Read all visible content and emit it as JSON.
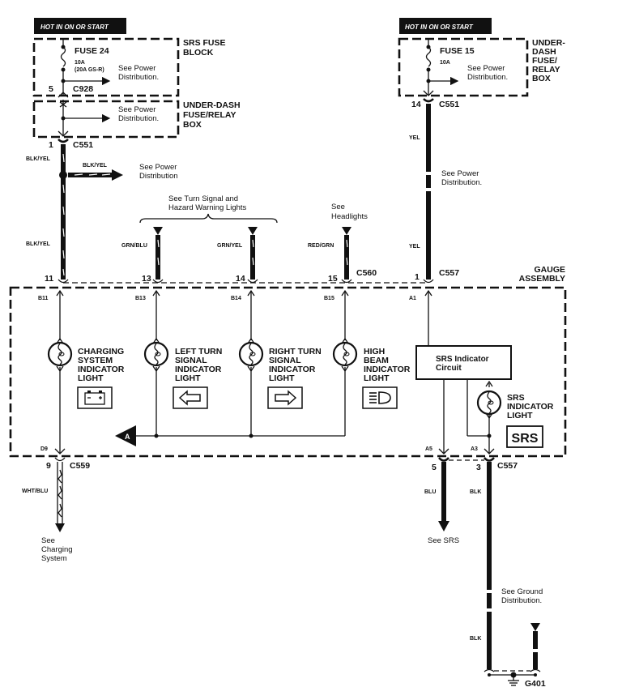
{
  "left_supply": {
    "hot_label": "HOT IN ON OR START",
    "srs_fuse_block": {
      "name_line1": "SRS FUSE",
      "name_line2": "BLOCK",
      "fuse": "FUSE 24",
      "rating": "10A",
      "rating_note": "(20A GS-R)",
      "ref_line1": "See Power",
      "ref_line2": "Distribution.",
      "pin": "5",
      "connector": "C928"
    },
    "underdash_box": {
      "name_line1": "UNDER-DASH",
      "name_line2": "FUSE/RELAY",
      "name_line3": "BOX",
      "ref_line1": "See Power",
      "ref_line2": "Distribution."
    },
    "c551_pin": "1",
    "c551": "C551",
    "wire_color_top": "BLK/YEL",
    "branch_wire_color": "BLK/YEL",
    "branch_ref_line1": "See Power",
    "branch_ref_line2": "Distribution",
    "wire_color_lower": "BLK/YEL",
    "pin_in": "11"
  },
  "right_supply": {
    "hot_label": "HOT IN ON OR START",
    "box": {
      "name_line1": "UNDER-",
      "name_line2": "DASH",
      "name_line3": "FUSE/",
      "name_line4": "RELAY",
      "name_line5": "BOX",
      "fuse": "FUSE 15",
      "rating": "10A",
      "ref_line1": "See Power",
      "ref_line2": "Distribution."
    },
    "pin": "14",
    "connector": "C551",
    "wire_color_top": "YEL",
    "splice_ref_line1": "See Power",
    "splice_ref_line2": "Distribution.",
    "wire_color_lower": "YEL",
    "pin_in": "1",
    "connector_in": "C557"
  },
  "inputs": {
    "turn_ref_line1": "See Turn Signal and",
    "turn_ref_line2": "Hazard Warning Lights",
    "headlights_ref_line1": "See",
    "headlights_ref_line2": "Headlights",
    "wires": [
      {
        "color": "GRN/BLU",
        "pin": "13",
        "terminal": "B13"
      },
      {
        "color": "GRN/YEL",
        "pin": "14",
        "terminal": "B14"
      },
      {
        "color": "RED/GRN",
        "pin": "15",
        "terminal": "B15"
      }
    ],
    "connector": "C560"
  },
  "gauge_assembly": {
    "name_line1": "GAUGE",
    "name_line2": "ASSEMBLY",
    "terminals": {
      "b11": "B11",
      "b13": "B13",
      "b14": "B14",
      "b15": "B15",
      "a1": "A1",
      "d9": "D9",
      "a5": "A5",
      "a3": "A3"
    },
    "lights": [
      {
        "line1": "CHARGING",
        "line2": "SYSTEM",
        "line3": "INDICATOR",
        "line4": "LIGHT",
        "symbol": "battery-icon"
      },
      {
        "line1": "LEFT TURN",
        "line2": "SIGNAL",
        "line3": "INDICATOR",
        "line4": "LIGHT",
        "symbol": "left-arrow-icon"
      },
      {
        "line1": "RIGHT TURN",
        "line2": "SIGNAL",
        "line3": "INDICATOR",
        "line4": "LIGHT",
        "symbol": "right-arrow-icon"
      },
      {
        "line1": "HIGH",
        "line2": "BEAM",
        "line3": "INDICATOR",
        "line4": "LIGHT",
        "symbol": "high-beam-icon"
      }
    ],
    "srs_circuit_line1": "SRS Indicator",
    "srs_circuit_line2": "Circuit",
    "srs_light_line1": "SRS",
    "srs_light_line2": "INDICATOR",
    "srs_light_line3": "LIGHT",
    "srs_badge": "SRS",
    "common_ref": "A"
  },
  "outputs": {
    "charging": {
      "pin": "9",
      "connector": "C559",
      "wire_color": "WHT/BLU",
      "ref_line1": "See",
      "ref_line2": "Charging",
      "ref_line3": "System"
    },
    "srs": {
      "pin": "5",
      "wire_color": "BLU",
      "ref": "See SRS"
    },
    "ground": {
      "pin": "3",
      "connector": "C557",
      "wire_color": "BLK",
      "ref_line1": "See Ground",
      "ref_line2": "Distribution.",
      "wire_color_lower": "BLK",
      "ground_point": "G401"
    }
  }
}
